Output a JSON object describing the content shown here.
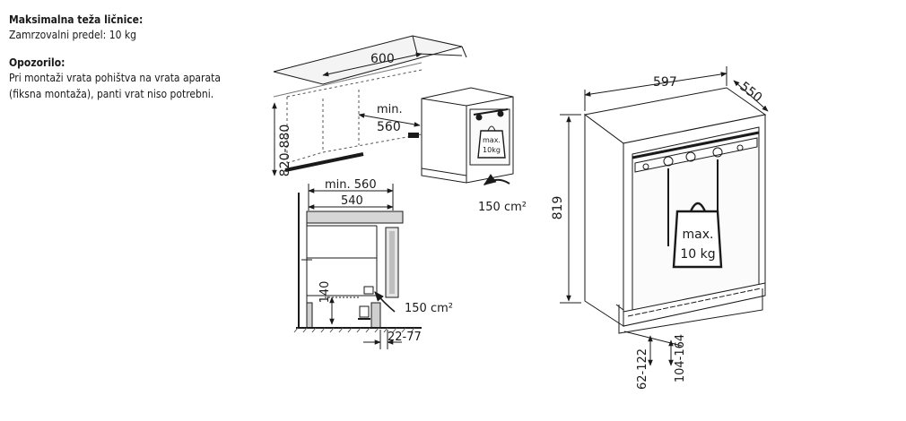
{
  "notes": {
    "max_load_heading": "Maksimalna teža ličnice:",
    "max_load_text": "Zamrzovalni predel: 10 kg",
    "warning_heading": "Opozorilo:",
    "warning_line1": "Pri montaži vrata pohištva na vrata aparata",
    "warning_line2": "(fiksna montaža), panti vrat niso potrebni."
  },
  "niche_view": {
    "depth": "600",
    "height_range": "820-880",
    "min_depth_label": "min.",
    "min_depth_value": "560",
    "ventilation": "150 cm²",
    "badge_line1": "max.",
    "badge_line2": "10kg"
  },
  "section_view": {
    "min_depth": "min. 560",
    "width": "540",
    "plinth_height": "140",
    "ventilation": "150 cm²",
    "plinth_offset": "22-77"
  },
  "appliance_view": {
    "width": "597",
    "depth": "550",
    "height": "819",
    "badge_line1": "max.",
    "badge_line2": "10 kg",
    "foot_range_a": "62-122",
    "foot_range_b": "104-164"
  }
}
